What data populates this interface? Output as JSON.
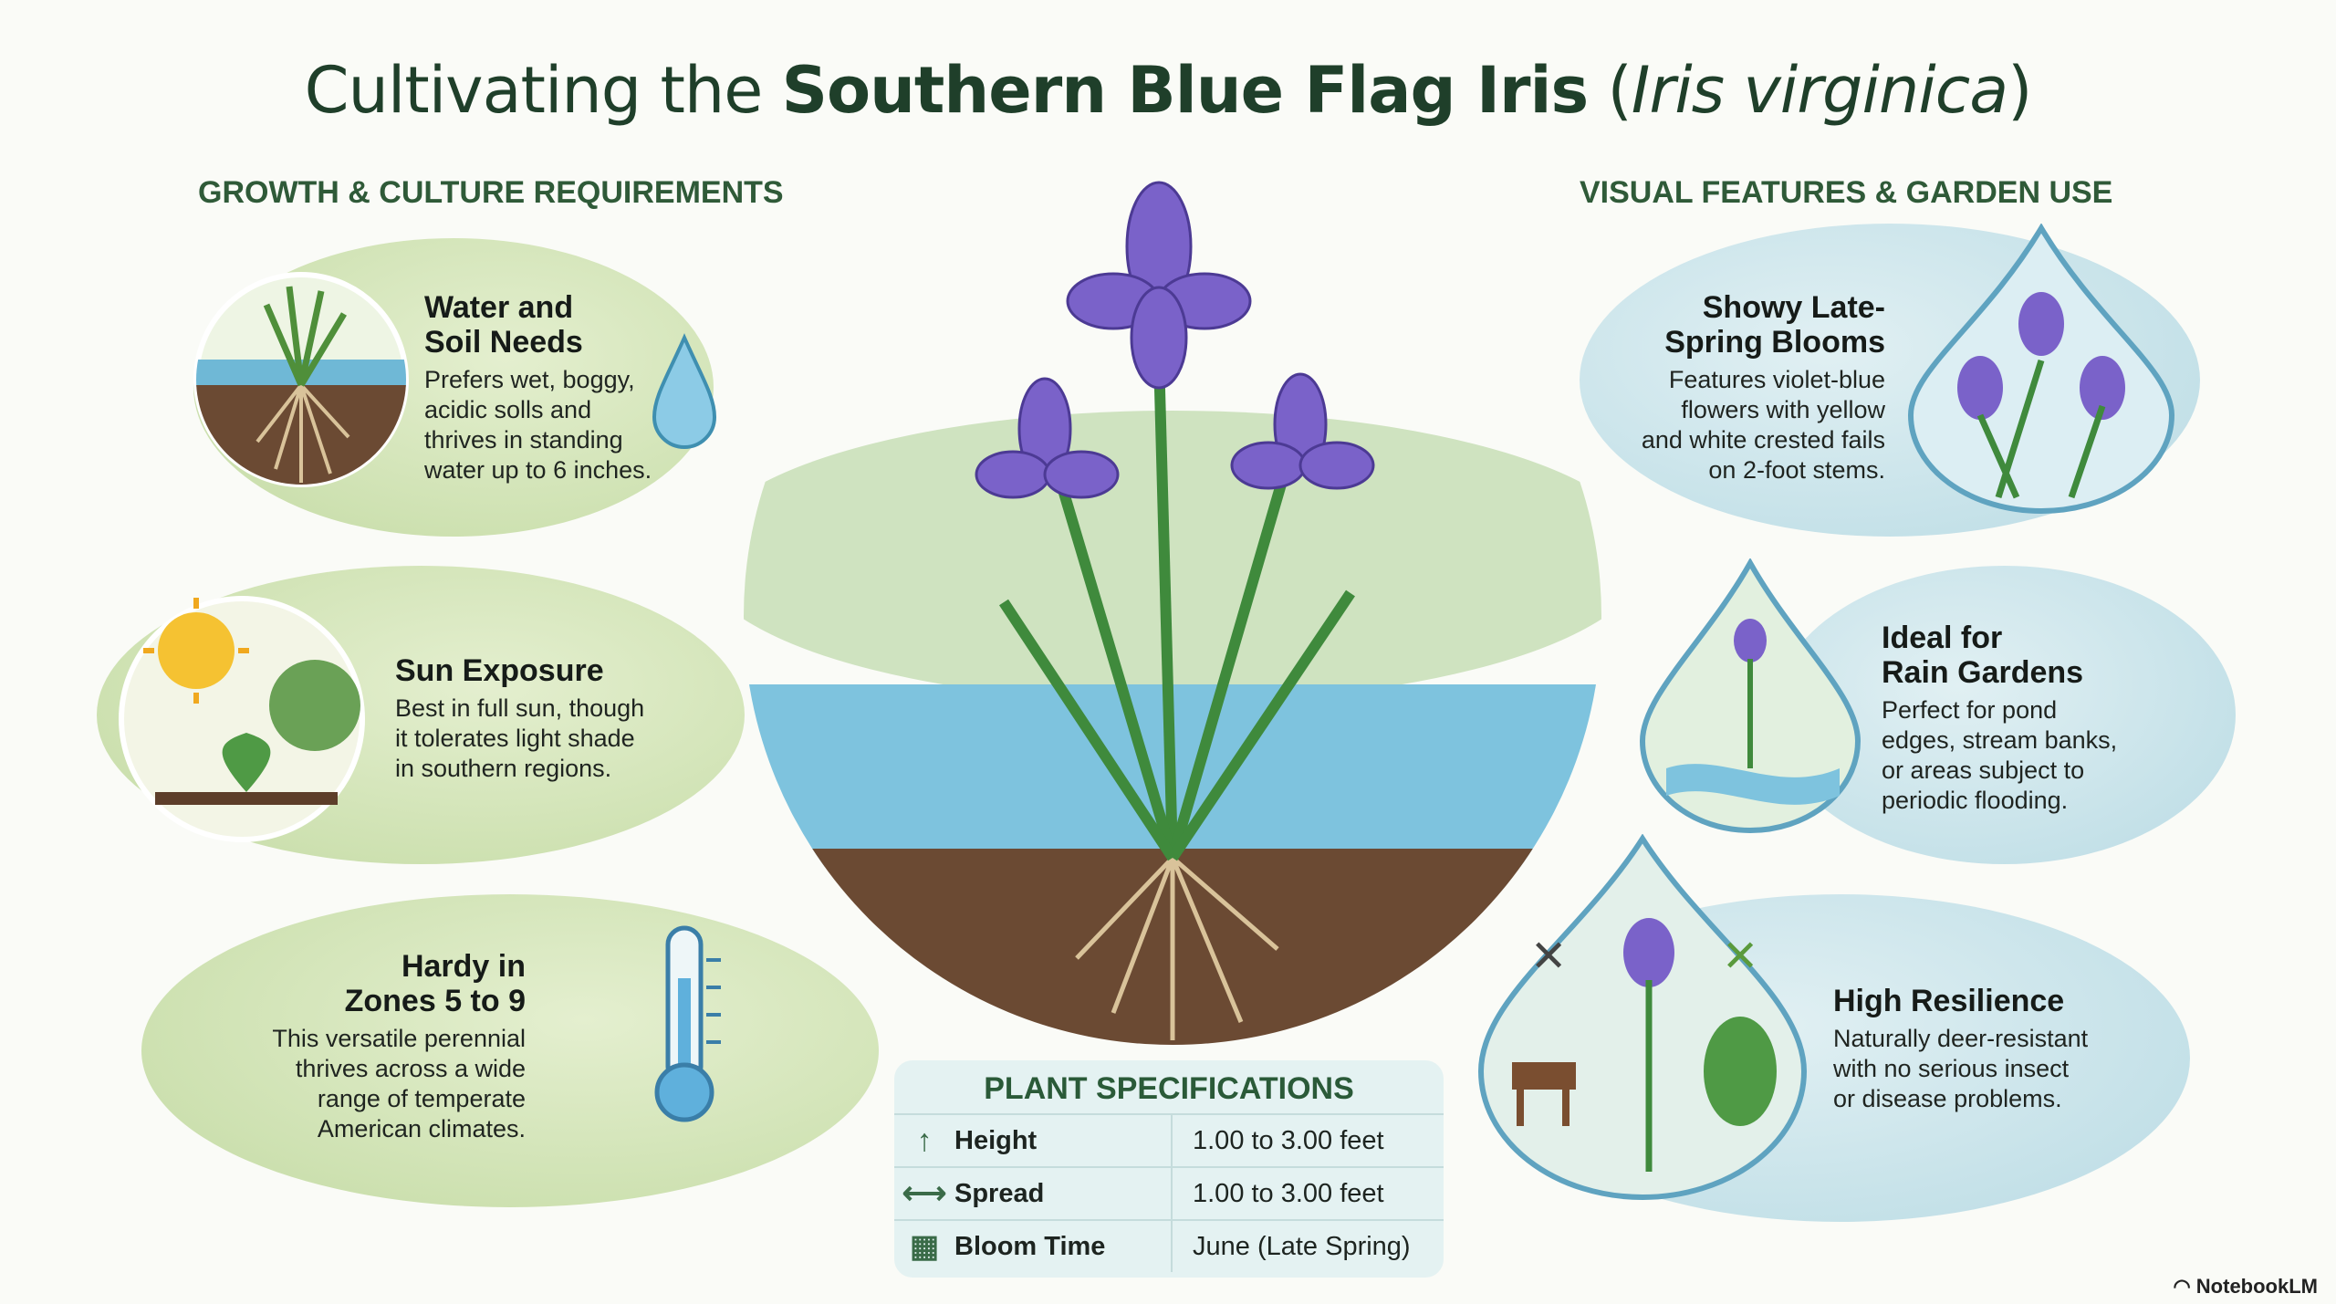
{
  "title": {
    "prefix": "Cultivating the ",
    "bold": "Southern Blue Flag Iris",
    "paren_open": " (",
    "italic": "Iris virginica",
    "paren_close": ")"
  },
  "left_section": "GROWTH & CULTURE REQUIREMENTS",
  "right_section": "VISUAL FEATURES & GARDEN USE",
  "left_cards": [
    {
      "title_l1": "Water and",
      "title_l2": "Soil Needs",
      "body": [
        "Prefers wet, boggy,",
        "acidic solls and",
        "thrives in standing",
        "water up to 6 inches."
      ]
    },
    {
      "title_l1": "Sun Exposure",
      "body": [
        "Best in full sun, though",
        "it tolerates light shade",
        "in southern regions."
      ]
    },
    {
      "title_l1": "Hardy in",
      "title_l2": "Zones 5 to 9",
      "body": [
        "This versatile perennial",
        "thrives across a wide",
        "range of temperate",
        "American climates."
      ]
    }
  ],
  "right_cards": [
    {
      "title_l1": "Showy Late-",
      "title_l2": "Spring Blooms",
      "body": [
        "Features violet-blue",
        "flowers with yellow",
        "and white crested fails",
        "on 2-foot stems."
      ]
    },
    {
      "title_l1": "Ideal for",
      "title_l2": "Rain Gardens",
      "body": [
        "Perfect for pond",
        "edges, stream banks,",
        "or areas subject to",
        "periodic flooding."
      ]
    },
    {
      "title_l1": "High Resilience",
      "body": [
        "Naturally deer-resistant",
        "with no serious insect",
        "or disease problems."
      ]
    }
  ],
  "specs": {
    "title": "PLANT SPECIFICATIONS",
    "rows": [
      {
        "icon": "↑",
        "label": "Height",
        "value": "1.00 to 3.00 feet"
      },
      {
        "icon": "⊢⊣",
        "label": "Spread",
        "value": "1.00 to 3.00 feet"
      },
      {
        "icon": "▦",
        "label": "Bloom Time",
        "value": "June (Late Spring)"
      }
    ]
  },
  "logo": "NotebookLM",
  "colors": {
    "green": "#c4dba4",
    "blue": "#b9dbe4",
    "iris": "#7a62c9",
    "title": "#1f3f2a"
  }
}
